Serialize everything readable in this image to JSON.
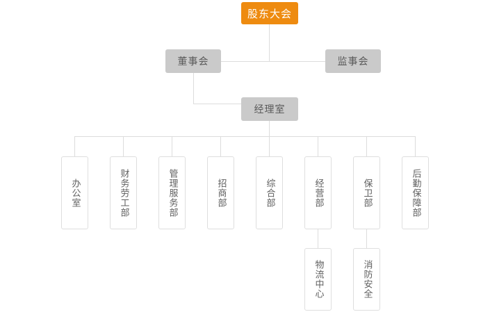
{
  "chart": {
    "type": "org-chart",
    "title": "",
    "colors": {
      "root_fill": "#ee8b10",
      "root_text": "#ffffff",
      "level2_fill": "#cacaca",
      "level2_text": "#5a5a5a",
      "dept_fill": "#ffffff",
      "dept_border": "#dedede",
      "dept_text": "#5f5f5f",
      "connector": "#dcdcdc"
    },
    "root": {
      "label": "股东大会"
    },
    "level2": [
      {
        "label": "董事会"
      },
      {
        "label": "监事会"
      }
    ],
    "level3": [
      {
        "label": "经理室"
      }
    ],
    "departments": [
      {
        "label": "办公室"
      },
      {
        "label": "财务劳工部"
      },
      {
        "label": "管理服务部"
      },
      {
        "label": "招商部"
      },
      {
        "label": "综合部"
      },
      {
        "label": "经营部"
      },
      {
        "label": "保卫部"
      },
      {
        "label": "后勤保障部"
      }
    ],
    "subunits": [
      {
        "label": "物流中心",
        "parent": "经营部"
      },
      {
        "label": "消防安全",
        "parent": "保卫部"
      }
    ]
  }
}
